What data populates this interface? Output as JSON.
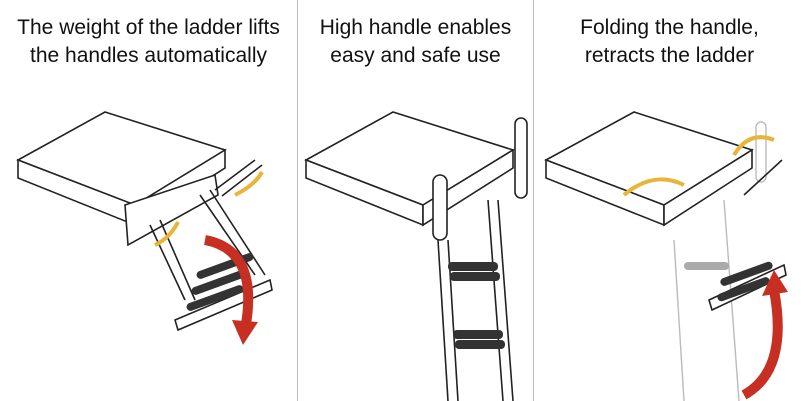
{
  "panels": [
    {
      "line1": "The weight of the ladder lifts",
      "line2": "the handles automatically"
    },
    {
      "line1": "High handle enables",
      "line2": "easy and safe use"
    },
    {
      "line1": "Folding the handle,",
      "line2": "retracts the ladder"
    }
  ],
  "colors": {
    "arrow_yellow": "#e8b53a",
    "arrow_red": "#c62f22",
    "stroke": "#222222",
    "ghost": "#bbbbbb"
  }
}
